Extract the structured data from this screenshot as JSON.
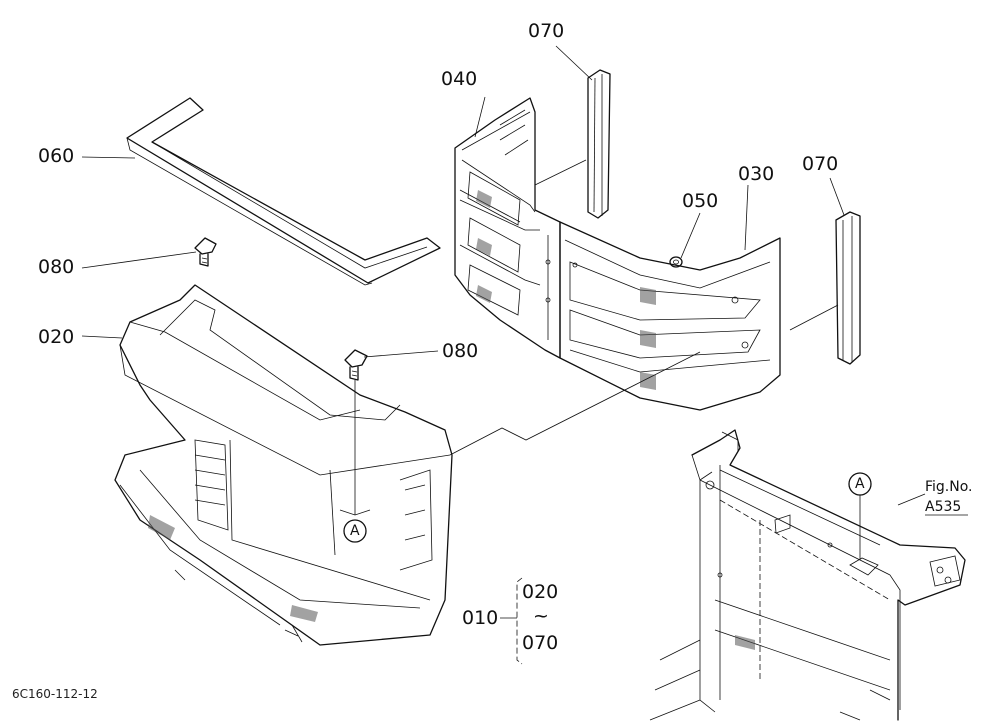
{
  "parts": {
    "p010": "010",
    "p020": "020",
    "p030": "030",
    "p040": "040",
    "p050": "050",
    "p060": "060",
    "p070_top": "070",
    "p070_right": "070",
    "p080_left": "080",
    "p080_right": "080"
  },
  "range": {
    "from": "020",
    "tilde": "~",
    "to": "070"
  },
  "callouts": {
    "a_left": "A",
    "a_right": "A"
  },
  "figure_ref": {
    "line1": "Fig.No.",
    "line2": "A535"
  },
  "diagram_id": "6C160-112-12"
}
